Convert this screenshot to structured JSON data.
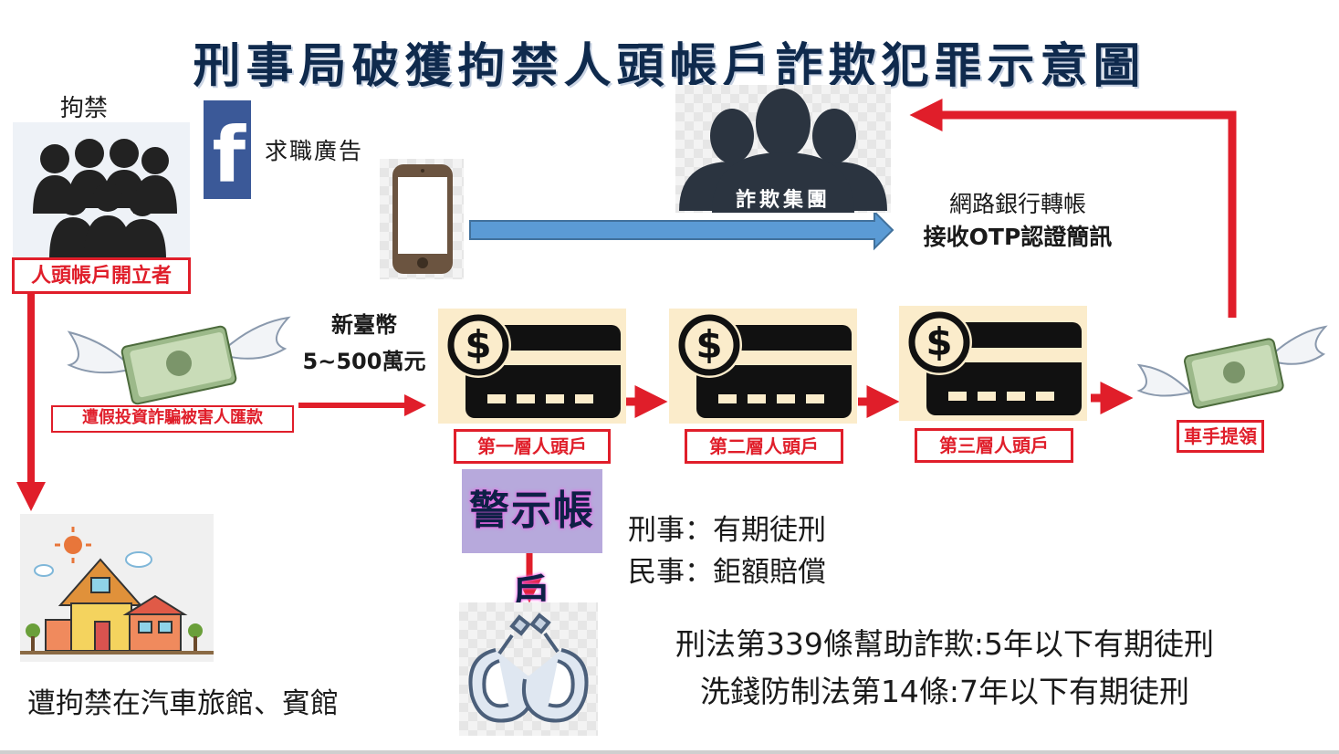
{
  "title": "刑事局破獲拘禁人頭帳戶詐欺犯罪示意圖",
  "left_column": {
    "detained_label": "拘禁",
    "account_holder_label": "人頭帳戶開立者",
    "detained_location": "遭拘禁在汽車旅館、賓館"
  },
  "recruitment": {
    "facebook_glyph": "f",
    "job_ad_label": "求職廣告"
  },
  "fraud_group": {
    "label": "詐欺集團",
    "online_transfer": "網路銀行轉帳",
    "otp_receive": "接收OTP認證簡訊"
  },
  "victim": {
    "remit_label": "遭假投資詐騙被害人匯款",
    "currency_line": "新臺幣",
    "amount_line": "5~500萬元"
  },
  "layers": [
    {
      "label": "第一層人頭戶"
    },
    {
      "label": "第二層人頭戶"
    },
    {
      "label": "第三層人頭戶"
    }
  ],
  "withdraw": {
    "label": "車手提領"
  },
  "warning_account": "警示帳戶",
  "liability": {
    "criminal": "刑事：有期徒刑",
    "civil": "民事：鉅額賠償"
  },
  "laws": [
    "刑法第339條幫助詐欺:5年以下有期徒刑",
    "洗錢防制法第14條:7年以下有期徒刑"
  ],
  "colors": {
    "red_arrow": "#e01e2a",
    "blue_arrow": "#5b9bd5",
    "title": "#0f2a4d",
    "card_bg": "#fbeccb",
    "warning_bg": "#b7a9dc"
  }
}
